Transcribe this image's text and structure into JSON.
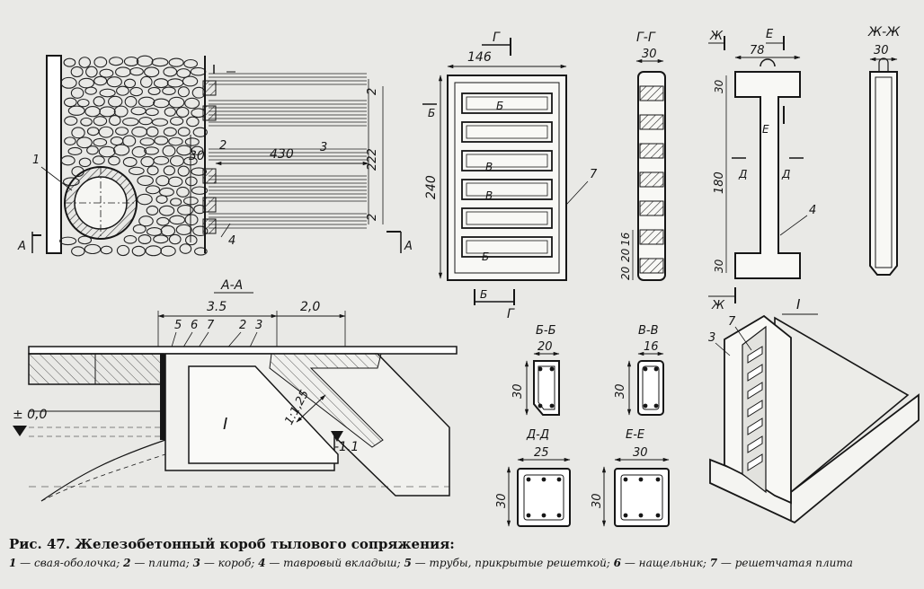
{
  "caption": {
    "title": "Рис. 47. Железобетонный короб тылового сопряжения:",
    "legend": [
      {
        "num": "1",
        "text": "свая-оболочка;"
      },
      {
        "num": "2",
        "text": "плита;"
      },
      {
        "num": "3",
        "text": "короб;"
      },
      {
        "num": "4",
        "text": "тавровый вкладыш;"
      },
      {
        "num": "5",
        "text": "трубы, прикрытые решеткой;"
      },
      {
        "num": "6",
        "text": "нащельник;"
      },
      {
        "num": "7",
        "text": "решетчатая плита"
      }
    ]
  },
  "plan": {
    "dim_length": "430",
    "dim_30": "30",
    "dim_222": "222",
    "dim_2a": "2",
    "dim_2b": "2",
    "lbl_1": "1",
    "lbl_2": "2",
    "lbl_3": "3",
    "lbl_4": "4",
    "sec_a": "A"
  },
  "section_aa": {
    "title": "А-А",
    "dim_35": "3.5",
    "dim_20": "2,0",
    "nums": [
      "5",
      "6",
      "7",
      "2",
      "3"
    ],
    "elev_00": "± 0,0",
    "elev_m11": "-1.1",
    "slope": "1:1,25",
    "zone": "I"
  },
  "grid_plate": {
    "dim_146": "146",
    "dim_240": "240",
    "sec_g": "Г",
    "sec_b": "Б",
    "sec_v": "В",
    "lbl_7": "7"
  },
  "section_gg": {
    "title": "Г-Г",
    "dim_30": "30",
    "dims": [
      "16",
      "20",
      "20"
    ]
  },
  "tee": {
    "dim_78": "78",
    "sec_zh": "Ж",
    "sec_e": "Е",
    "sec_d": "Д",
    "dim_30t": "30",
    "dim_180": "180",
    "dim_30b": "30",
    "lbl_4": "4"
  },
  "section_zhzh": {
    "title": "Ж-Ж",
    "dim_30": "30"
  },
  "section_bb": {
    "title": "Б-Б",
    "w": "20",
    "h": "30"
  },
  "section_vv": {
    "title": "В-В",
    "w": "16",
    "h": "30"
  },
  "section_dd": {
    "title": "Д-Д",
    "w": "25",
    "h": "30"
  },
  "section_ee": {
    "title": "Е-Е",
    "w": "30",
    "h": "30"
  },
  "iso": {
    "title": "I",
    "lbl_3": "3",
    "lbl_7": "7"
  }
}
